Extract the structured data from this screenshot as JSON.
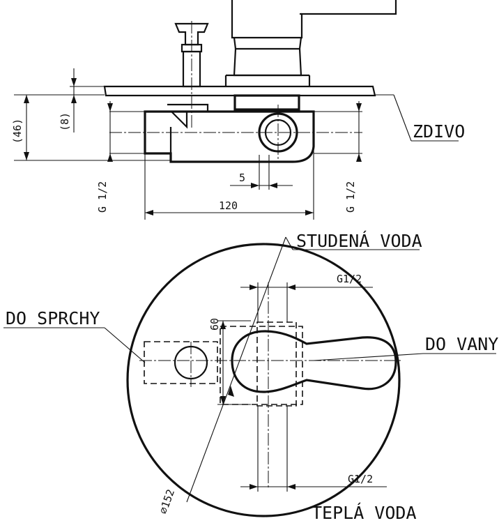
{
  "labels": {
    "wall": "ZDIVO",
    "cold_water": "STUDENÁ VODA",
    "hot_water": "TEPLÁ VODA",
    "to_shower": "DO SPRCHY",
    "to_bath": "DO VANY"
  },
  "dimensions": {
    "d46": "(46)",
    "d8": "(8)",
    "thread_left": "G 1/2",
    "thread_right": "G 1/2",
    "d5": "5",
    "d120": "120",
    "g_top": "G1/2",
    "g_bottom": "G1/2",
    "d60": "60",
    "diameter": "⌀152"
  }
}
